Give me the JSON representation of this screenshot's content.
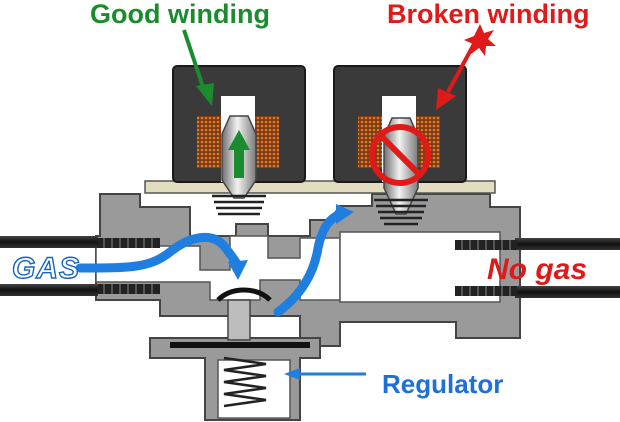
{
  "labels": {
    "good_winding": "Good winding",
    "broken_winding": "Broken winding",
    "gas_in": "GAS",
    "no_gas": "No gas",
    "regulator": "Regulator"
  },
  "colors": {
    "good": "#1a8c2e",
    "broken": "#e01919",
    "flow": "#1e7fe0",
    "regulator_label": "#1e6fd9",
    "no_gas": "#e01919"
  },
  "icons": {
    "flow_up_arrow": "up-arrow-icon",
    "blocked_marker": "no-symbol-icon",
    "break_marker": "spark-burst-icon"
  }
}
